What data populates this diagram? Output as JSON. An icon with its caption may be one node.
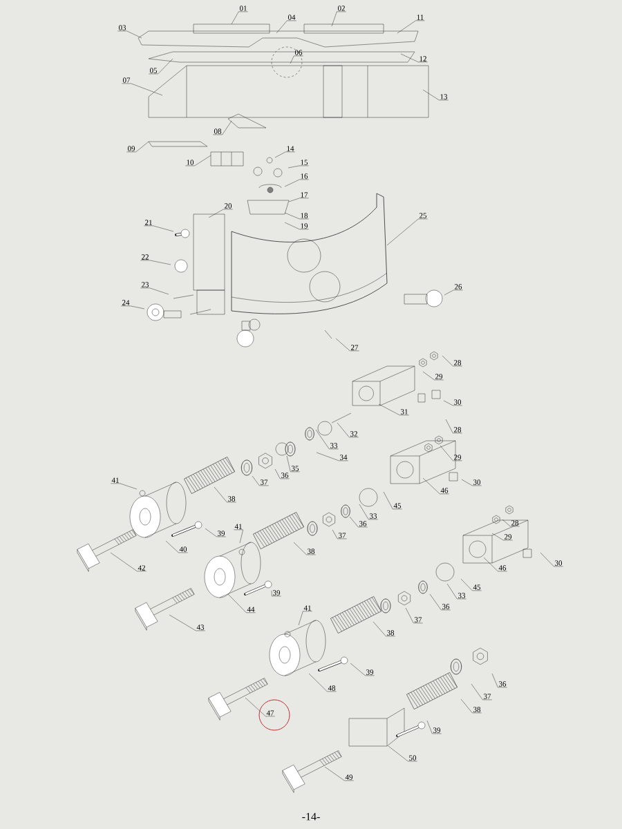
{
  "diagram": {
    "nodes": [
      {
        "text": [
          "01"
        ]
      },
      {
        "text": [
          "02"
        ]
      },
      {
        "text": [
          "03"
        ]
      },
      {
        "text": [
          "04"
        ]
      },
      {
        "text": [
          "11"
        ]
      },
      {
        "text": [
          "05"
        ]
      },
      {
        "text": [
          "06"
        ]
      },
      {
        "text": [
          "12"
        ]
      },
      {
        "text": [
          "07"
        ]
      },
      {
        "text": [
          "13"
        ]
      },
      {
        "text": [
          "08"
        ]
      },
      {
        "text": [
          "09"
        ]
      },
      {
        "text": [
          "10"
        ]
      },
      {
        "text": [
          "14"
        ]
      },
      {
        "text": [
          "15"
        ]
      },
      {
        "text": [
          "16"
        ]
      },
      {
        "text": [
          "17"
        ]
      },
      {
        "text": [
          "18"
        ]
      },
      {
        "text": [
          "19"
        ]
      },
      {
        "text": [
          "20"
        ]
      },
      {
        "text": [
          "21"
        ]
      },
      {
        "text": [
          "22"
        ]
      },
      {
        "text": [
          "23"
        ]
      },
      {
        "text": [
          "24"
        ]
      },
      {
        "text": [
          "25"
        ]
      },
      {
        "text": [
          "26"
        ]
      },
      {
        "text": [
          "27"
        ]
      },
      {
        "text": [
          "28"
        ]
      },
      {
        "text": [
          "29"
        ]
      },
      {
        "text": [
          "30"
        ]
      },
      {
        "text": [
          "31"
        ]
      },
      {
        "text": [
          "32"
        ]
      },
      {
        "text": [
          "33"
        ]
      },
      {
        "text": [
          "34"
        ]
      },
      {
        "text": [
          "35"
        ]
      },
      {
        "text": [
          "36"
        ]
      },
      {
        "text": [
          "37"
        ]
      },
      {
        "text": [
          "38"
        ]
      },
      {
        "text": [
          "41"
        ]
      },
      {
        "text": [
          "39"
        ]
      },
      {
        "text": [
          "40"
        ]
      },
      {
        "text": [
          "42"
        ]
      },
      {
        "text": [
          "28"
        ]
      },
      {
        "text": [
          "29"
        ]
      },
      {
        "text": [
          "30"
        ]
      },
      {
        "text": [
          "46"
        ]
      },
      {
        "text": [
          "45"
        ]
      },
      {
        "text": [
          "33"
        ]
      },
      {
        "text": [
          "36"
        ]
      },
      {
        "text": [
          "37"
        ]
      },
      {
        "text": [
          "38"
        ]
      },
      {
        "text": [
          "41"
        ]
      },
      {
        "text": [
          "39"
        ]
      },
      {
        "text": [
          "44"
        ]
      },
      {
        "text": [
          "43"
        ]
      },
      {
        "text": [
          "28"
        ]
      },
      {
        "text": [
          "29"
        ]
      },
      {
        "text": [
          "30"
        ]
      },
      {
        "text": [
          "46"
        ]
      },
      {
        "text": [
          "45"
        ]
      },
      {
        "text": [
          "33"
        ]
      },
      {
        "text": [
          "36"
        ]
      },
      {
        "text": [
          "37"
        ]
      },
      {
        "text": [
          "38"
        ]
      },
      {
        "text": [
          "41"
        ]
      },
      {
        "text": [
          "39"
        ]
      },
      {
        "text": [
          "48"
        ]
      },
      {
        "text": [
          "47"
        ]
      },
      {
        "text": [
          "36"
        ]
      },
      {
        "text": [
          "37"
        ]
      },
      {
        "text": [
          "38"
        ]
      },
      {
        "text": [
          "39"
        ]
      },
      {
        "text": [
          "50"
        ]
      },
      {
        "text": [
          "49"
        ]
      }
    ],
    "edges": [
      {
        "from": 0,
        "to": null,
        "arrow": "none"
      },
      {
        "from": 1,
        "to": null,
        "arrow": "none"
      },
      {
        "from": 2,
        "to": null,
        "arrow": "none"
      },
      {
        "from": 3,
        "to": null,
        "arrow": "none"
      },
      {
        "from": 4,
        "to": null,
        "arrow": "none"
      },
      {
        "from": 5,
        "to": null,
        "arrow": "none"
      },
      {
        "from": 6,
        "to": null,
        "arrow": "none"
      },
      {
        "from": 7,
        "to": null,
        "arrow": "none"
      },
      {
        "from": 8,
        "to": null,
        "arrow": "none"
      },
      {
        "from": 9,
        "to": null,
        "arrow": "none"
      },
      {
        "from": 10,
        "to": null,
        "arrow": "none"
      },
      {
        "from": 11,
        "to": null,
        "arrow": "none"
      },
      {
        "from": 12,
        "to": null,
        "arrow": "none"
      },
      {
        "from": 13,
        "to": null,
        "arrow": "none"
      },
      {
        "from": 14,
        "to": null,
        "arrow": "none"
      },
      {
        "from": 15,
        "to": null,
        "arrow": "none"
      },
      {
        "from": 16,
        "to": null,
        "arrow": "none"
      },
      {
        "from": 17,
        "to": null,
        "arrow": "none"
      },
      {
        "from": 18,
        "to": null,
        "arrow": "none"
      },
      {
        "from": 19,
        "to": null,
        "arrow": "none"
      },
      {
        "from": 20,
        "to": null,
        "arrow": "none"
      },
      {
        "from": 21,
        "to": null,
        "arrow": "none"
      },
      {
        "from": 22,
        "to": null,
        "arrow": "none"
      },
      {
        "from": 23,
        "to": null,
        "arrow": "none"
      },
      {
        "from": 24,
        "to": null,
        "arrow": "none"
      },
      {
        "from": 25,
        "to": null,
        "arrow": "none"
      },
      {
        "from": 26,
        "to": null,
        "arrow": "none"
      },
      {
        "from": 27,
        "to": null,
        "arrow": "none"
      },
      {
        "from": 28,
        "to": null,
        "arrow": "none"
      },
      {
        "from": 29,
        "to": null,
        "arrow": "none"
      },
      {
        "from": 30,
        "to": null,
        "arrow": "none"
      },
      {
        "from": 31,
        "to": null,
        "arrow": "none"
      },
      {
        "from": 32,
        "to": null,
        "arrow": "none"
      },
      {
        "from": 33,
        "to": null,
        "arrow": "none"
      },
      {
        "from": 34,
        "to": null,
        "arrow": "none"
      },
      {
        "from": 35,
        "to": null,
        "arrow": "none"
      },
      {
        "from": 36,
        "to": null,
        "arrow": "none"
      },
      {
        "from": 37,
        "to": null,
        "arrow": "none"
      },
      {
        "from": 38,
        "to": null,
        "arrow": "none"
      },
      {
        "from": 39,
        "to": null,
        "arrow": "none"
      },
      {
        "from": 40,
        "to": null,
        "arrow": "none"
      },
      {
        "from": 41,
        "to": null,
        "arrow": "none"
      },
      {
        "from": 42,
        "to": null,
        "arrow": "none"
      },
      {
        "from": 43,
        "to": null,
        "arrow": "none"
      },
      {
        "from": 44,
        "to": null,
        "arrow": "none"
      },
      {
        "from": 45,
        "to": null,
        "arrow": "none"
      },
      {
        "from": 46,
        "to": null,
        "arrow": "none"
      },
      {
        "from": 47,
        "to": null,
        "arrow": "none"
      },
      {
        "from": 48,
        "to": null,
        "arrow": "none"
      },
      {
        "from": 49,
        "to": null,
        "arrow": "none"
      },
      {
        "from": 50,
        "to": null,
        "arrow": "none"
      },
      {
        "from": 51,
        "to": null,
        "arrow": "none"
      },
      {
        "from": 52,
        "to": null,
        "arrow": "none"
      },
      {
        "from": 53,
        "to": null,
        "arrow": "none"
      },
      {
        "from": 54,
        "to": null,
        "arrow": "none"
      },
      {
        "from": 55,
        "to": null,
        "arrow": "none"
      },
      {
        "from": 56,
        "to": null,
        "arrow": "none"
      },
      {
        "from": 57,
        "to": null,
        "arrow": "none"
      },
      {
        "from": 58,
        "to": null,
        "arrow": "none"
      },
      {
        "from": 59,
        "to": null,
        "arrow": "none"
      },
      {
        "from": 60,
        "to": null,
        "arrow": "none"
      },
      {
        "from": 61,
        "to": null,
        "arrow": "none"
      },
      {
        "from": 62,
        "to": null,
        "arrow": "none"
      },
      {
        "from": 63,
        "to": null,
        "arrow": "none"
      },
      {
        "from": 64,
        "to": null,
        "arrow": "none"
      },
      {
        "from": 65,
        "to": null,
        "arrow": "none"
      },
      {
        "from": 66,
        "to": null,
        "arrow": "none"
      },
      {
        "from": 67,
        "to": null,
        "arrow": "none"
      },
      {
        "from": 68,
        "to": null,
        "arrow": "none"
      },
      {
        "from": 69,
        "to": null,
        "arrow": "none"
      },
      {
        "from": 70,
        "to": null,
        "arrow": "none"
      },
      {
        "from": 71,
        "to": null,
        "arrow": "none"
      },
      {
        "from": 72,
        "to": null,
        "arrow": "none"
      },
      {
        "from": 73,
        "to": null,
        "arrow": "none"
      }
    ],
    "labels": [
      "-14-"
    ]
  }
}
